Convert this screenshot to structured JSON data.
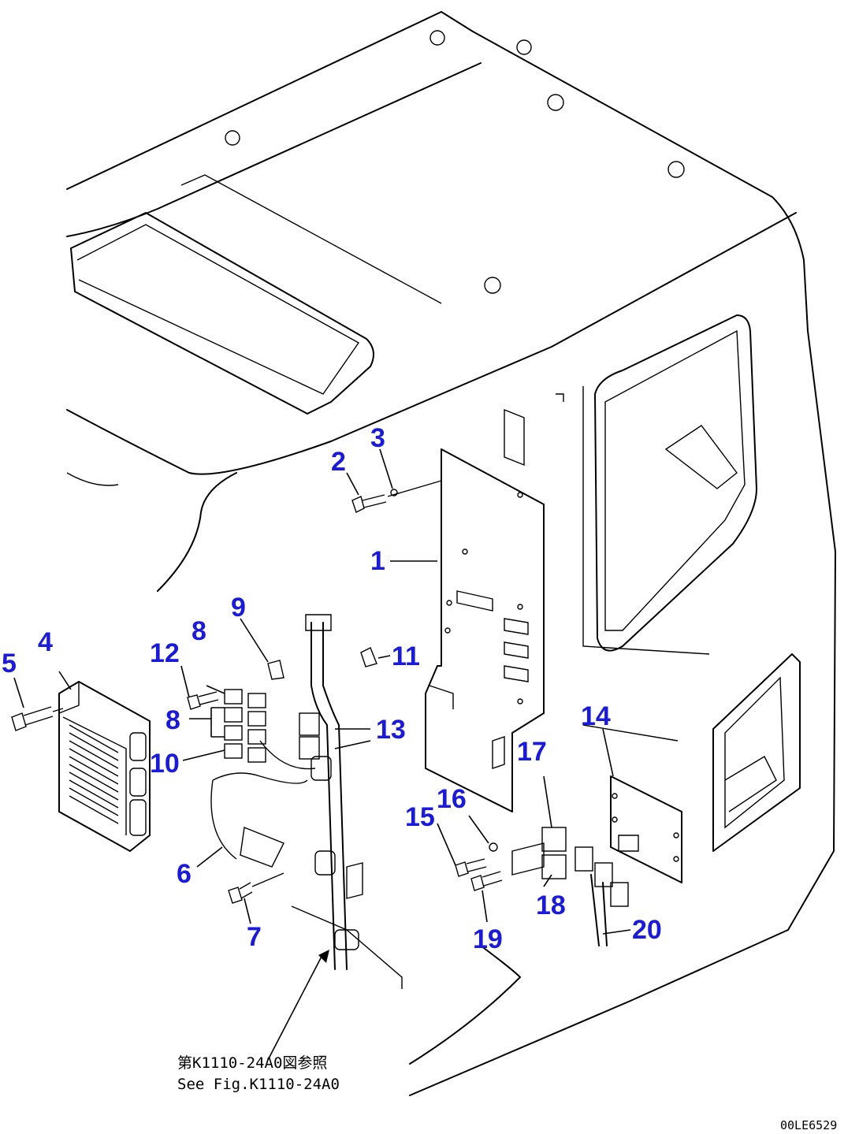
{
  "labels": [
    {
      "id": "1",
      "text": "1"
    },
    {
      "id": "2",
      "text": "2"
    },
    {
      "id": "3",
      "text": "3"
    },
    {
      "id": "4",
      "text": "4"
    },
    {
      "id": "5",
      "text": "5"
    },
    {
      "id": "6",
      "text": "6"
    },
    {
      "id": "7",
      "text": "7"
    },
    {
      "id": "8a",
      "text": "8"
    },
    {
      "id": "8b",
      "text": "8"
    },
    {
      "id": "9",
      "text": "9"
    },
    {
      "id": "10",
      "text": "10"
    },
    {
      "id": "11",
      "text": "11"
    },
    {
      "id": "12",
      "text": "12"
    },
    {
      "id": "13",
      "text": "13"
    },
    {
      "id": "14",
      "text": "14"
    },
    {
      "id": "15",
      "text": "15"
    },
    {
      "id": "16",
      "text": "16"
    },
    {
      "id": "17",
      "text": "17"
    },
    {
      "id": "18",
      "text": "18"
    },
    {
      "id": "19",
      "text": "19"
    },
    {
      "id": "20",
      "text": "20"
    }
  ],
  "note": {
    "line1": "第K1110-24A0図参照",
    "line2": "See Fig.K1110-24A0"
  },
  "drawing_code": "00LE6529",
  "colors": {
    "callout": "#1a1adc",
    "line": "#000000",
    "background": "#ffffff"
  }
}
